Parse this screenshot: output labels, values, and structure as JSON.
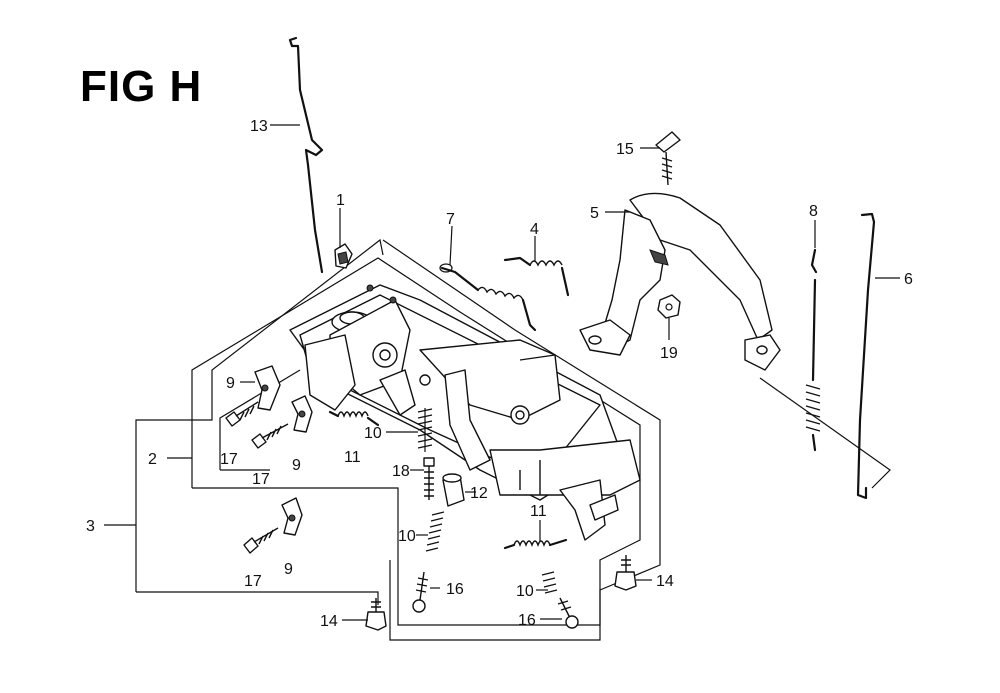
{
  "figure": {
    "title": "FIG H"
  },
  "callouts": [
    {
      "id": "c13",
      "label": "13"
    },
    {
      "id": "c1",
      "label": "1"
    },
    {
      "id": "c7",
      "label": "7"
    },
    {
      "id": "c4",
      "label": "4"
    },
    {
      "id": "c15",
      "label": "15"
    },
    {
      "id": "c5",
      "label": "5"
    },
    {
      "id": "c8",
      "label": "8"
    },
    {
      "id": "c6",
      "label": "6"
    },
    {
      "id": "c19",
      "label": "19"
    },
    {
      "id": "c9a",
      "label": "9"
    },
    {
      "id": "c17a",
      "label": "17"
    },
    {
      "id": "c17b",
      "label": "17"
    },
    {
      "id": "c9b",
      "label": "9"
    },
    {
      "id": "c11a",
      "label": "11"
    },
    {
      "id": "c10a",
      "label": "10"
    },
    {
      "id": "c2",
      "label": "2"
    },
    {
      "id": "c18",
      "label": "18"
    },
    {
      "id": "c12",
      "label": "12"
    },
    {
      "id": "c3",
      "label": "3"
    },
    {
      "id": "c11b",
      "label": "11"
    },
    {
      "id": "c10b",
      "label": "10"
    },
    {
      "id": "c9c",
      "label": "9"
    },
    {
      "id": "c17c",
      "label": "17"
    },
    {
      "id": "c16a",
      "label": "16"
    },
    {
      "id": "c14a",
      "label": "14"
    },
    {
      "id": "c10c",
      "label": "10"
    },
    {
      "id": "c16b",
      "label": "16"
    },
    {
      "id": "c14b",
      "label": "14"
    }
  ]
}
